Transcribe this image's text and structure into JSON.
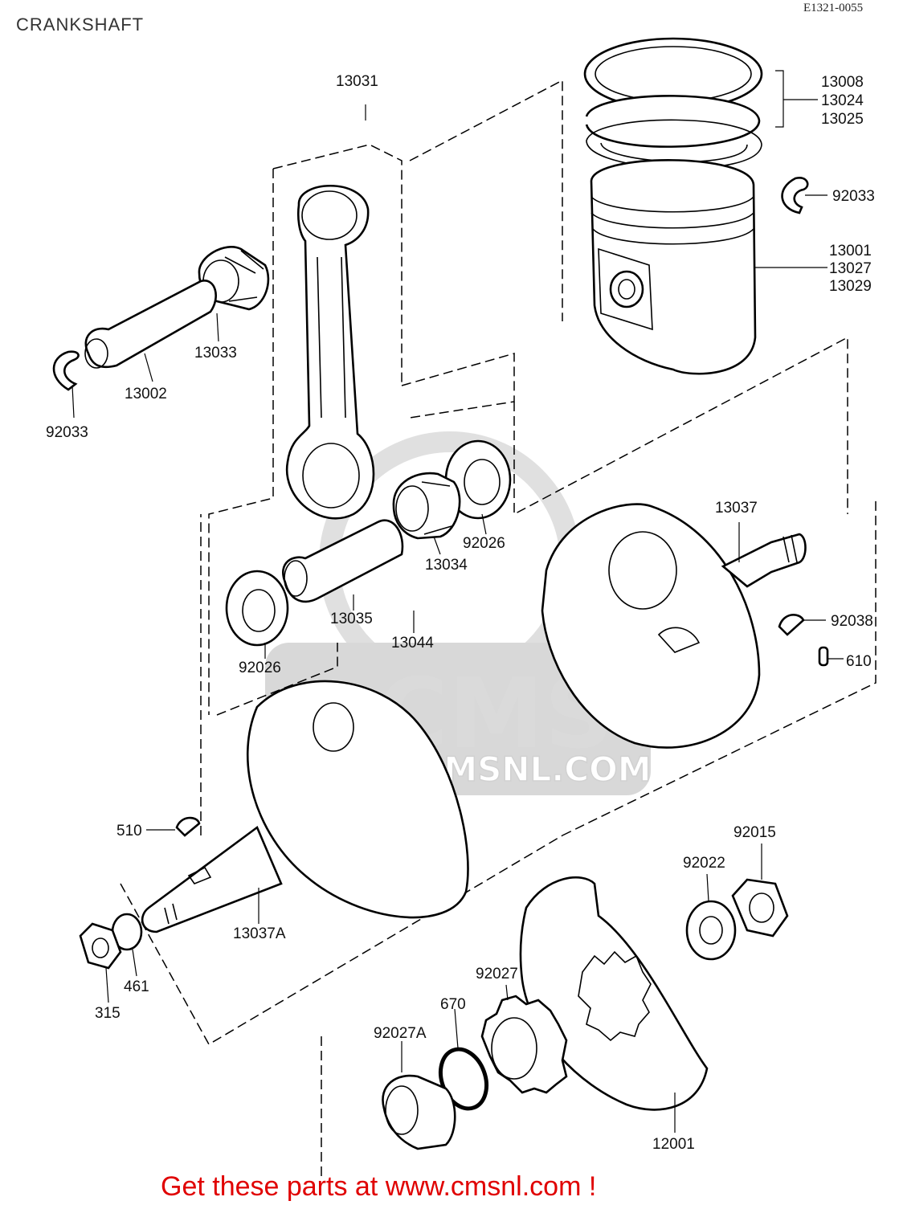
{
  "header": {
    "title": "CRANKSHAFT",
    "diagram_code": "E1321-0055"
  },
  "watermark": {
    "logo_text": "CMS",
    "url_text": "WWW.CMSNL.COM"
  },
  "parts": {
    "p13031": "13031",
    "p13008": "13008",
    "p13024": "13024",
    "p13025": "13025",
    "p92033_top": "92033",
    "p13001": "13001",
    "p13027": "13027",
    "p13029": "13029",
    "p13033": "13033",
    "p13002": "13002",
    "p92033_left": "92033",
    "p92026_right": "92026",
    "p13034": "13034",
    "p13035": "13035",
    "p13044": "13044",
    "p92026_left": "92026",
    "p13037": "13037",
    "p92038": "92038",
    "p610": "610",
    "p510": "510",
    "p13037A": "13037A",
    "p92015": "92015",
    "p92022": "92022",
    "p92027": "92027",
    "p670": "670",
    "p92027A": "92027A",
    "p461": "461",
    "p315": "315",
    "p12001": "12001"
  },
  "footer": {
    "text": "Get these parts at www.cmsnl.com !"
  }
}
